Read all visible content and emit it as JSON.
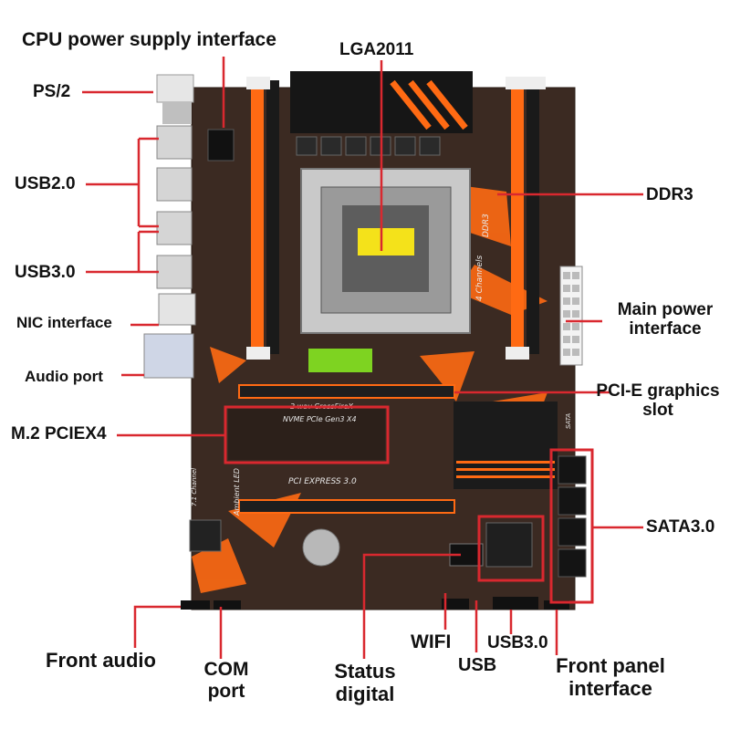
{
  "colors": {
    "board": "#3b2a22",
    "accent_orange": "#ff6a13",
    "leader_red": "#d9282f",
    "callout_box": "#d9282f",
    "heatsink": "#161616",
    "text": "#111111"
  },
  "labels": {
    "cpu_power": "CPU power supply interface",
    "lga": "LGA2011",
    "ps2": "PS/2",
    "usb20": "USB2.0",
    "usb30_rear": "USB3.0",
    "nic": "NIC interface",
    "audio_port": "Audio port",
    "m2": "M.2 PCIEX4",
    "ddr3": "DDR3",
    "main_power": "Main power interface",
    "pcie": "PCI-E graphics slot",
    "sata": "SATA3.0",
    "front_audio": "Front audio",
    "com": "COM port",
    "status": "Status digital",
    "wifi": "WIFI",
    "usb": "USB",
    "usb30_front": "USB3.0",
    "front_panel": "Front panel interface"
  },
  "board_silkscreen": {
    "ddr3": "DDR3",
    "channels": "4 Channels",
    "crossfire": "2 way CrossFireX",
    "nvme": "NVME PCIe Gen3 X4",
    "pci_express": "PCI EXPRESS 3.0",
    "ambient": "Ambient LED",
    "channel_71": "7.1 Channel",
    "sata": "SATA"
  }
}
